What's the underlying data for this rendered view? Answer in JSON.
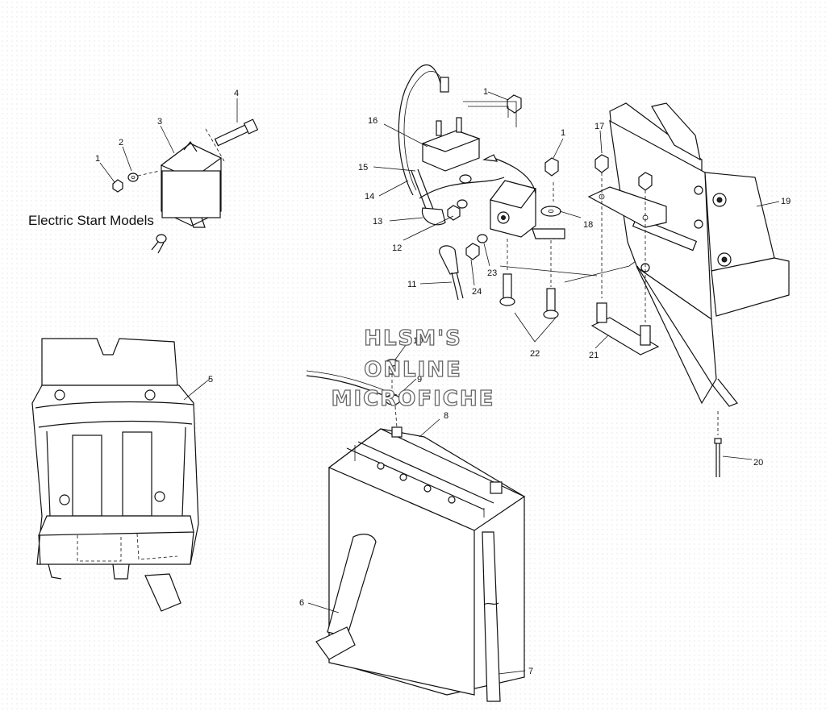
{
  "diagram": {
    "caption": "Electric Start Models",
    "watermark": [
      "HLSM'S",
      "ONLINE",
      "MICROFICHE"
    ],
    "callouts": [
      "1",
      "2",
      "3",
      "4",
      "16",
      "15",
      "14",
      "13",
      "12",
      "1",
      "1",
      "17",
      "18",
      "19",
      "11",
      "24",
      "23",
      "22",
      "5",
      "10",
      "9",
      "8",
      "21",
      "20",
      "6",
      "7"
    ]
  }
}
